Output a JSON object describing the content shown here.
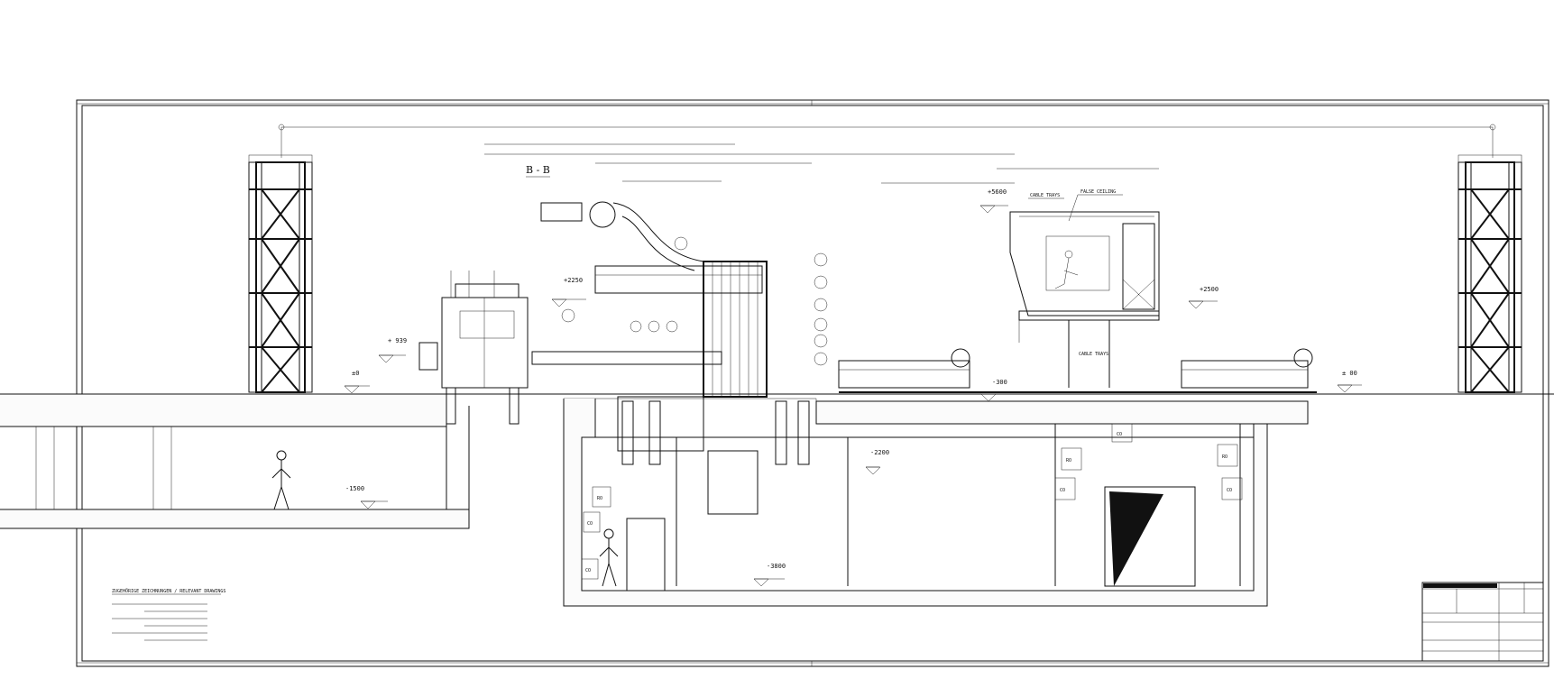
{
  "section_label": "B - B",
  "levels": {
    "plus5600": "+5600",
    "plus2500": "+2500",
    "plus2250": "+2250",
    "plus939": "+ 939",
    "plus0": "±0",
    "plus0_00": "± 00",
    "minus300": "-300",
    "minus1500": "-1500",
    "minus2200": "-2200",
    "minus3800": "-3800"
  },
  "callouts": {
    "cable_trays_top": "CABLE TRAYS",
    "false_ceiling": "FALSE CEILING",
    "cable_trays_bottom": "CABLE TRAYS"
  },
  "room_codes": {
    "ro_left": "RO",
    "co_left": "CO",
    "co_left2": "CO",
    "ro_right": "RO",
    "co_right": "CO",
    "co_mid": "CO",
    "ro_right2": "RO",
    "co_right2": "CO"
  },
  "relevant_drawings": {
    "heading": "ZUGEHÖRIGE ZEICHNUNGEN / RELEVANT DRAWINGS"
  }
}
